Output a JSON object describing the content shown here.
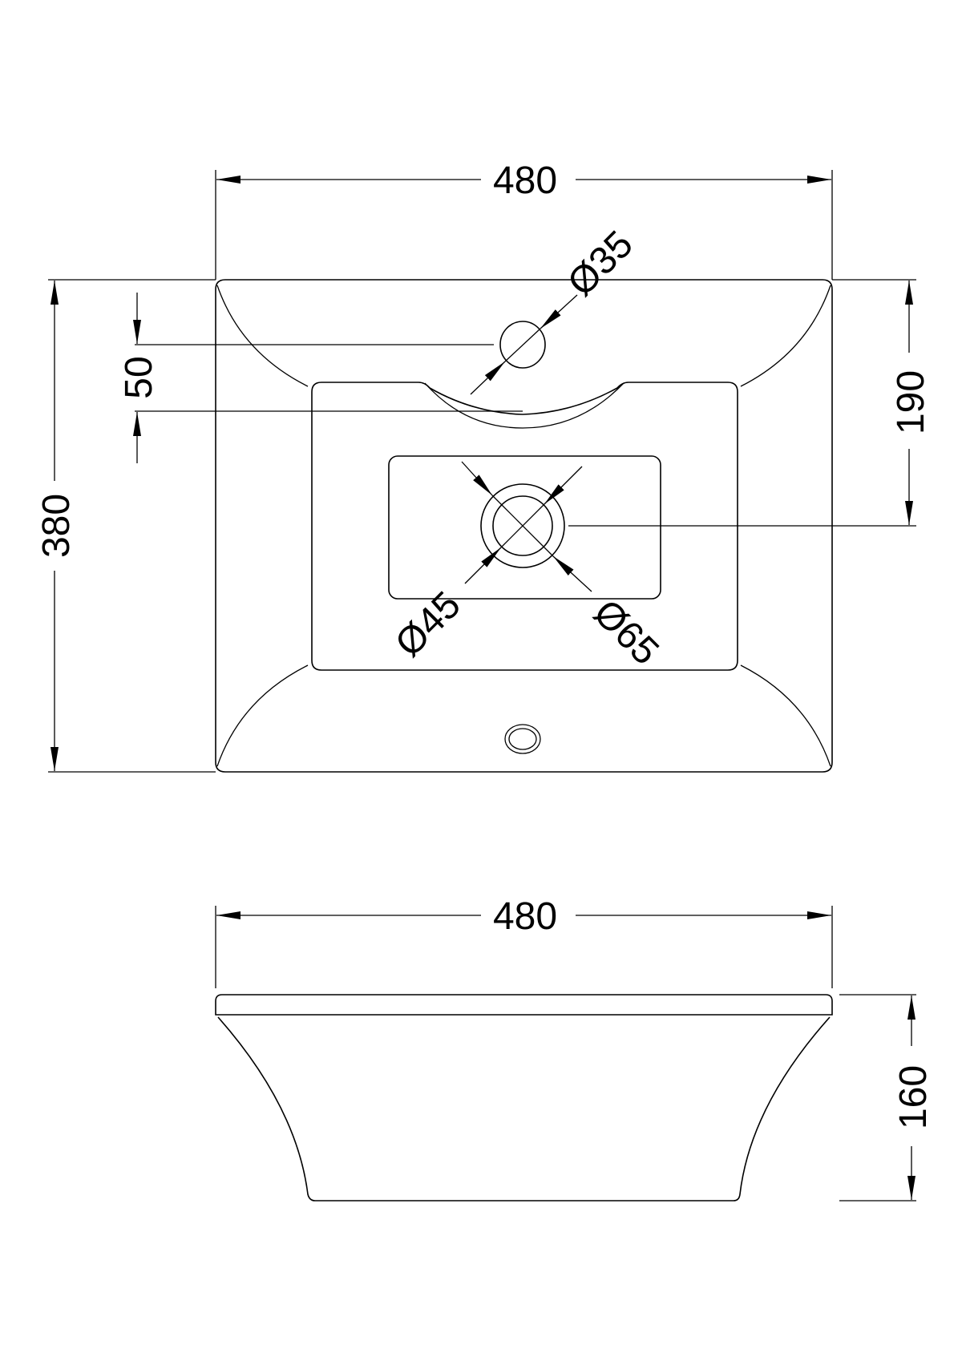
{
  "drawing": {
    "title": "Basin technical drawing",
    "line_color": "#000000",
    "background": "#ffffff",
    "plan_view": {
      "width_label": "480",
      "depth_label": "380",
      "tap_hole_offset_label": "50",
      "waste_offset_label": "190",
      "tap_hole_diameter_label": "Ø35",
      "waste_inner_diameter_label": "Ø45",
      "waste_outer_diameter_label": "Ø65"
    },
    "side_view": {
      "width_label": "480",
      "height_label": "160"
    }
  }
}
